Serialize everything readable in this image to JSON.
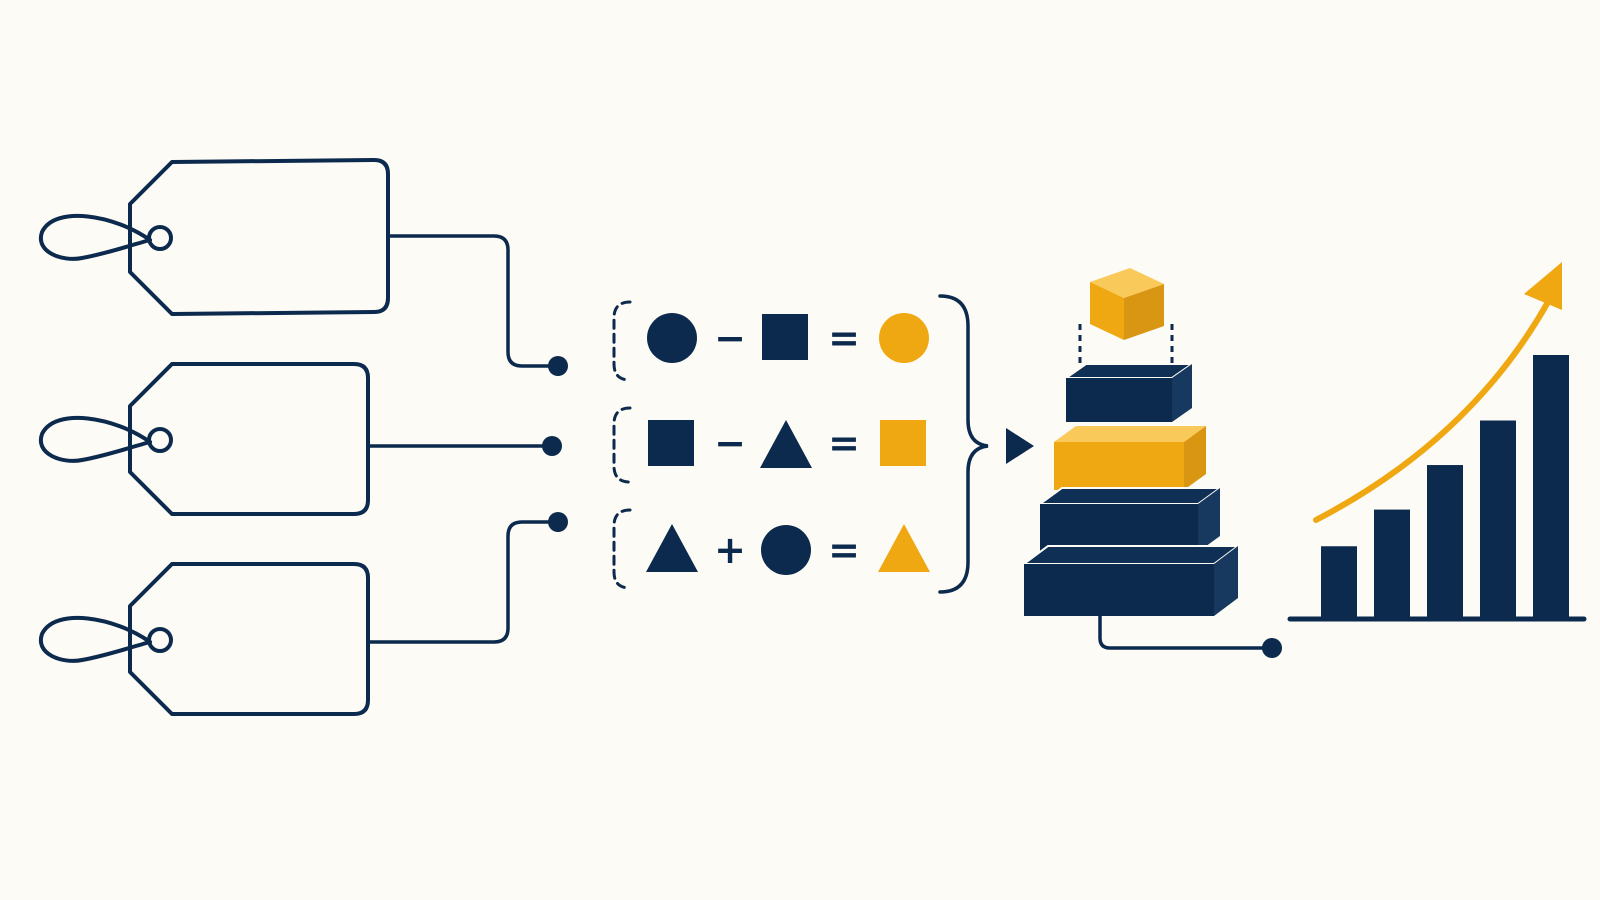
{
  "colors": {
    "background": "#fdfbf5",
    "navy": "#0c2a4d",
    "gold": "#f0a812",
    "gold_light": "#f9c95a",
    "gold_dark": "#d99612",
    "navy_side": "#17385f",
    "navy_top": "#102f55"
  },
  "tags": {
    "icon": "price-tag-icon",
    "count": 3
  },
  "equations": [
    {
      "operand_a": "circle",
      "operator": "−",
      "operand_b": "square",
      "equals": "=",
      "result": "circle"
    },
    {
      "operand_a": "square",
      "operator": "−",
      "operand_b": "triangle",
      "equals": "=",
      "result": "square"
    },
    {
      "operand_a": "triangle",
      "operator": "+",
      "operand_b": "circle",
      "equals": "=",
      "result": "triangle"
    }
  ],
  "stack": {
    "icon": "stacked-blocks-icon",
    "layer_colors": [
      "navy",
      "navy",
      "gold",
      "navy",
      "gold"
    ]
  },
  "growth_chart": {
    "icon": "bar-growth-chart-icon",
    "bar_levels": [
      0.27,
      0.41,
      0.58,
      0.75,
      1.0
    ],
    "trend": "upward-arrow"
  }
}
